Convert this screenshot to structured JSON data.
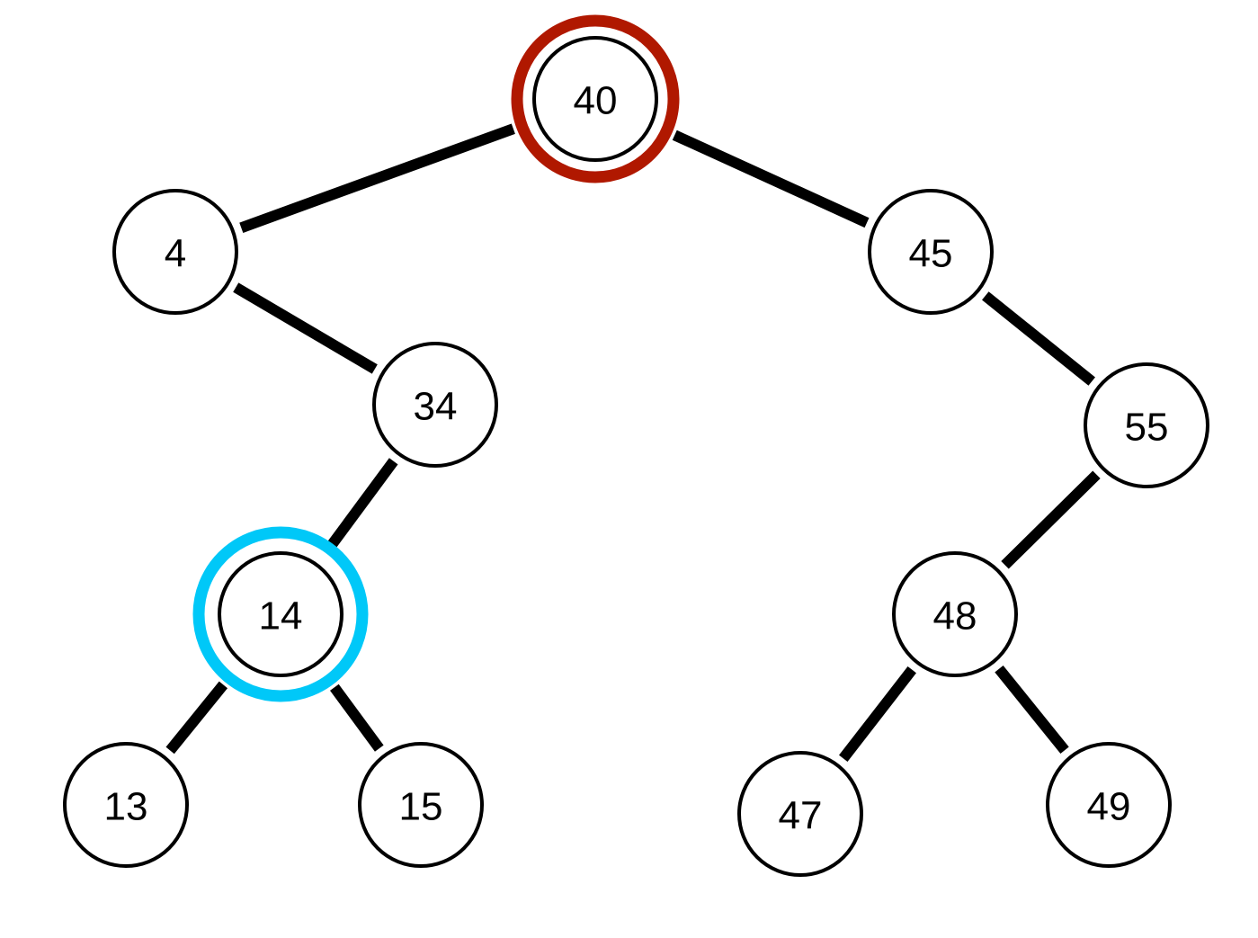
{
  "tree": {
    "nodes": [
      {
        "id": "n40",
        "label": "40",
        "highlight": "root-ring"
      },
      {
        "id": "n4",
        "label": "4"
      },
      {
        "id": "n45",
        "label": "45"
      },
      {
        "id": "n34",
        "label": "34"
      },
      {
        "id": "n55",
        "label": "55"
      },
      {
        "id": "n14",
        "label": "14",
        "highlight": "current-ring"
      },
      {
        "id": "n48",
        "label": "48"
      },
      {
        "id": "n13",
        "label": "13"
      },
      {
        "id": "n15",
        "label": "15"
      },
      {
        "id": "n47",
        "label": "47"
      },
      {
        "id": "n49",
        "label": "49"
      }
    ],
    "edges": [
      [
        "n40",
        "n4"
      ],
      [
        "n40",
        "n45"
      ],
      [
        "n4",
        "n34"
      ],
      [
        "n45",
        "n55"
      ],
      [
        "n34",
        "n14"
      ],
      [
        "n55",
        "n48"
      ],
      [
        "n14",
        "n13"
      ],
      [
        "n14",
        "n15"
      ],
      [
        "n48",
        "n47"
      ],
      [
        "n48",
        "n49"
      ]
    ]
  },
  "colors": {
    "root_ring": "#b01800",
    "current_ring": "#00c8f8",
    "node_stroke": "#000000",
    "edge": "#000000",
    "background": "#ffffff"
  }
}
